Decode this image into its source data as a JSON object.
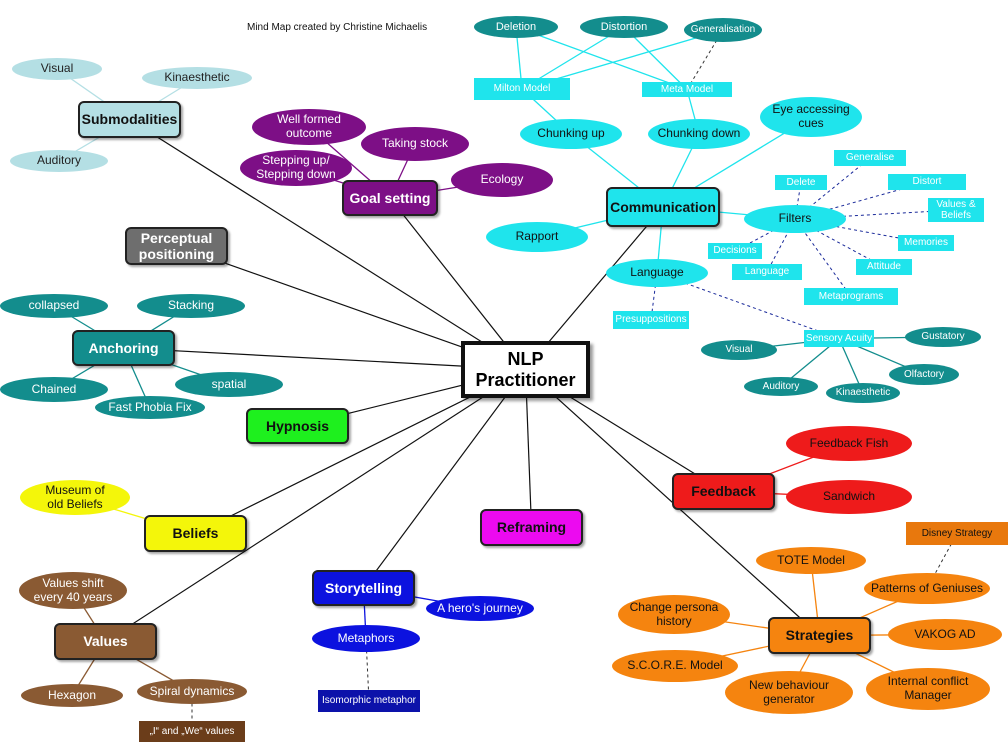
{
  "credit": "Mind Map created by Christine Michaelis",
  "colors": {
    "teal": "#138d8d",
    "lightblue": "#b4dfe4",
    "cyan": "#1fe4ec",
    "purple": "#7d0f86",
    "gray": "#6e6e6e",
    "green": "#1ef01e",
    "yellow": "#f4f60a",
    "brown": "#8a5a33",
    "blue": "#0c12df",
    "magenta": "#ec0af0",
    "red": "#ee1b1b",
    "orange": "#f5840f"
  },
  "nodes": {
    "center": "NLP\nPractitioner",
    "submodalities": "Submodalities",
    "visual_sub": "Visual",
    "kinaesthetic_sub": "Kinaesthetic",
    "auditory_sub": "Auditory",
    "goal_setting": "Goal setting",
    "well_formed": "Well formed\noutcome",
    "taking_stock": "Taking stock",
    "stepping": "Stepping up/\nStepping down",
    "ecology": "Ecology",
    "perceptual": "Perceptual\npositioning",
    "anchoring": "Anchoring",
    "collapsed": "collapsed",
    "stacking": "Stacking",
    "chained": "Chained",
    "spatial": "spatial",
    "fast_phobia": "Fast Phobia Fix",
    "hypnosis": "Hypnosis",
    "beliefs": "Beliefs",
    "museum": "Museum of\nold Beliefs",
    "values": "Values",
    "values_shift": "Values shift\nevery 40 years",
    "hexagon": "Hexagon",
    "spiral": "Spiral dynamics",
    "i_we": "„I“ and „We“ values",
    "storytelling": "Storytelling",
    "heros_journey": "A hero's journey",
    "metaphors": "Metaphors",
    "isomorphic": "Isomorphic metaphor",
    "reframing": "Reframing",
    "feedback": "Feedback",
    "feedback_fish": "Feedback Fish",
    "sandwich": "Sandwich",
    "strategies": "Strategies",
    "tote": "TOTE Model",
    "disney": "Disney Strategy",
    "geniuses": "Patterns of Geniuses",
    "change_persona": "Change persona\nhistory",
    "vakog": "VAKOG AD",
    "score": "S.C.O.R.E. Model",
    "new_behaviour": "New behaviour\ngenerator",
    "internal_conflict": "Internal conflict\nManager",
    "communication": "Communication",
    "deletion": "Deletion",
    "distortion": "Distortion",
    "generalisation": "Generalisation",
    "milton": "Milton Model",
    "meta_model": "Meta Model",
    "chunking_up": "Chunking up",
    "chunking_down": "Chunking down",
    "eye_accessing": "Eye accessing\ncues",
    "rapport": "Rapport",
    "filters": "Filters",
    "f_generalise": "Generalise",
    "f_delete": "Delete",
    "f_distort": "Distort",
    "f_values": "Values &\nBeliefs",
    "f_memories": "Memories",
    "f_decisions": "Decisions",
    "f_language": "Language",
    "f_attitude": "Attitude",
    "f_metaprograms": "Metaprograms",
    "language": "Language",
    "presuppositions": "Presuppositions",
    "sensory_acuity": "Sensory Acuity",
    "s_visual": "Visual",
    "s_gustatory": "Gustatory",
    "s_olfactory": "Olfactory",
    "s_auditory": "Auditory",
    "s_kinaesthetic": "Kinaesthetic"
  }
}
